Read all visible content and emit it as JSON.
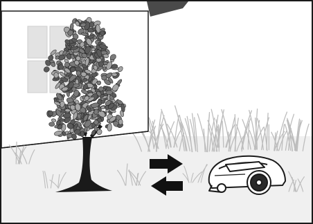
{
  "scene": {
    "colors": {
      "outline": "#1a1a1a",
      "wall": "#ffffff",
      "window": "#e3e3e3",
      "ground": "#f0f0f0",
      "grass": "#bdbdbd",
      "foliage_dark": "#5a5a5a",
      "foliage_mid": "#7a7a7a",
      "foliage_light": "#a5a5a5",
      "trunk": "#1a1a1a",
      "arrow": "#111111",
      "mower_body": "#ffffff",
      "mower_wheel": "#2a2a2a"
    },
    "elements": [
      {
        "name": "house-wall",
        "icon": "house-wall-icon"
      },
      {
        "name": "window",
        "icon": "window-icon"
      },
      {
        "name": "tree",
        "icon": "tree-icon"
      },
      {
        "name": "grass",
        "icon": "grass-icon"
      },
      {
        "name": "arrow-right",
        "icon": "arrow-right-icon"
      },
      {
        "name": "arrow-left",
        "icon": "arrow-left-icon"
      },
      {
        "name": "robotic-mower",
        "icon": "robotic-mower-icon"
      }
    ]
  }
}
